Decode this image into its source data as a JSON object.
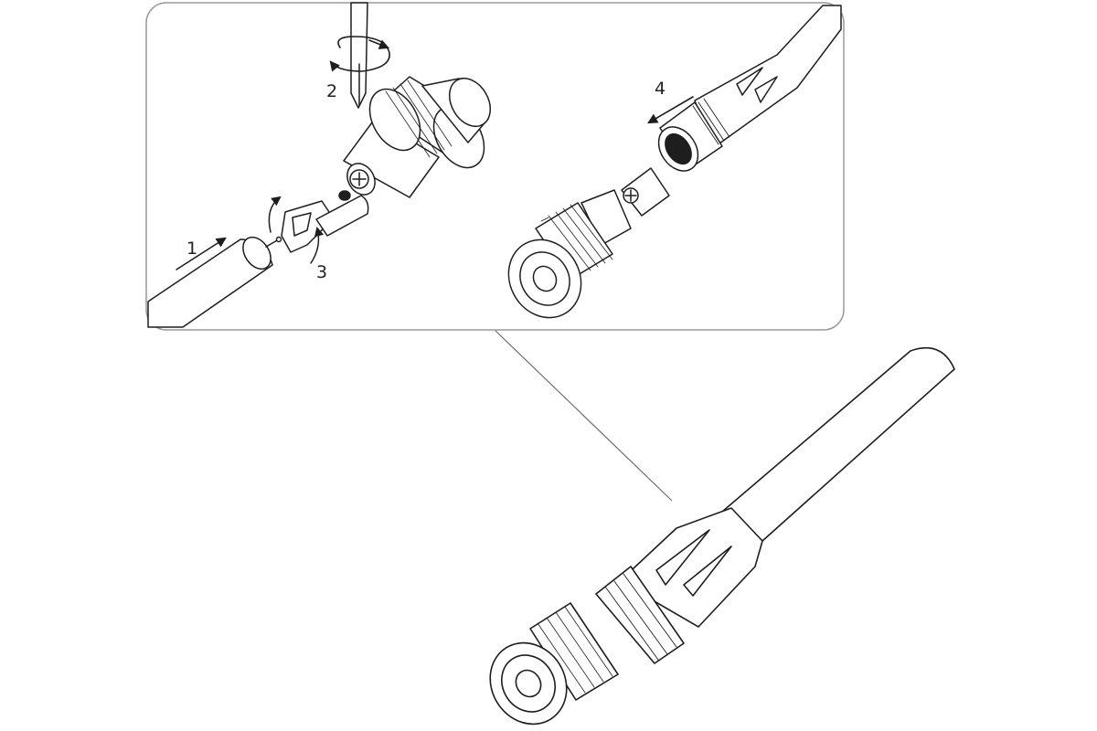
{
  "diagram": {
    "steps": [
      {
        "label": "1",
        "action": "insert-cable"
      },
      {
        "label": "2",
        "action": "turn-screwdriver"
      },
      {
        "label": "3",
        "action": "clamp"
      },
      {
        "label": "4",
        "action": "slide-boot"
      }
    ]
  },
  "colors": {
    "line": "#1e1e1e",
    "leader": "#6e6e6e",
    "panel_border": "#9a9a9a",
    "background": "#ffffff"
  },
  "icons": [
    "coaxial-cable-icon",
    "screwdriver-icon",
    "bnc-connector-icon",
    "strain-relief-boot-icon",
    "crimp-clip-icon"
  ]
}
